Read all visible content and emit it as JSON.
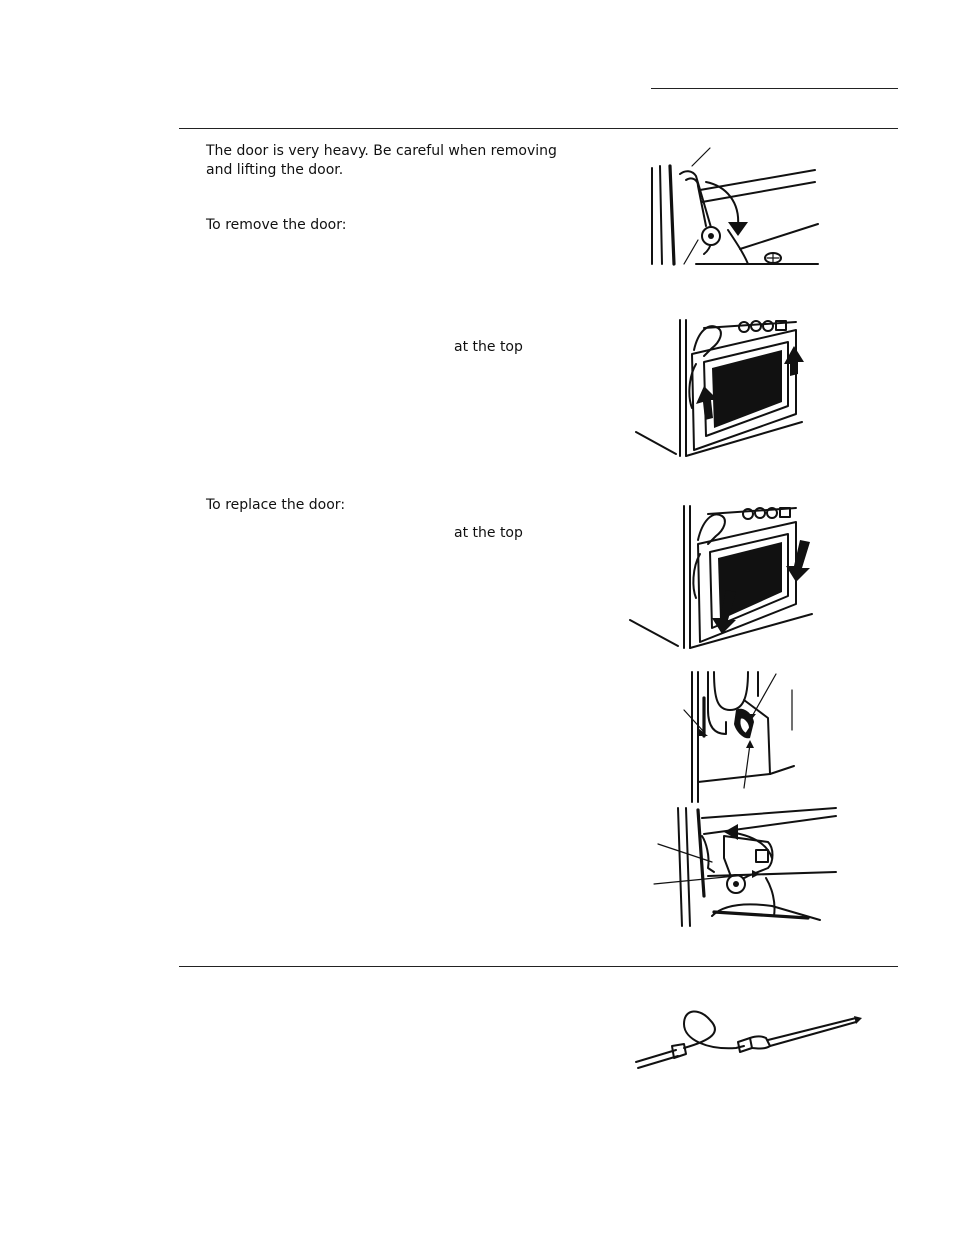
{
  "header": {},
  "door_section": {
    "warning_line_1": "The door is very heavy. Be careful when removing",
    "warning_line_2": "and lifting the door.",
    "remove_heading": "To remove the door:",
    "remove_fragment": "at the top",
    "replace_heading": "To replace the door:",
    "replace_fragment": "at the top"
  },
  "illustrations": {
    "hinge_lock_icon": "hinge-lock-illustration",
    "door_lift_icon": "door-lift-illustration",
    "door_replace_icon": "door-replace-illustration",
    "hinge_slot_icon": "hinge-slot-illustration",
    "hinge_lock_close_icon": "hinge-lock-close-illustration",
    "probe_icon": "meat-probe-illustration"
  }
}
